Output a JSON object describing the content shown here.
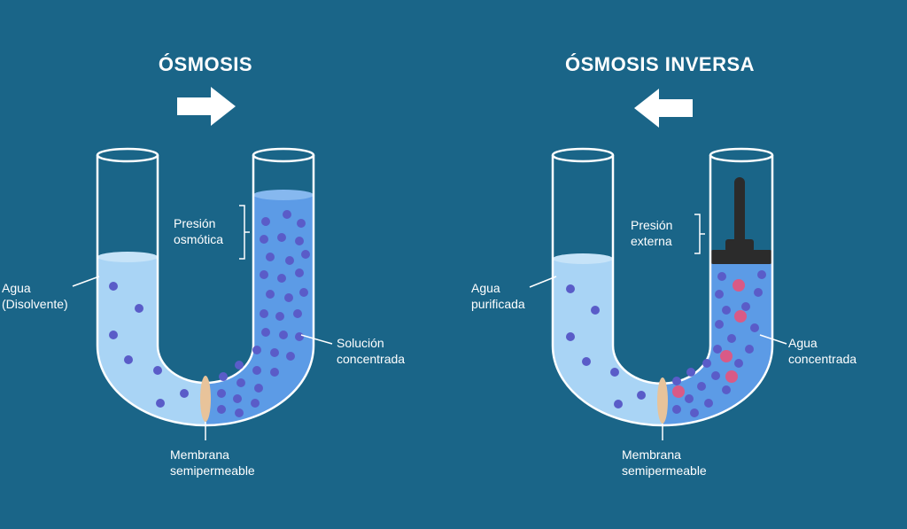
{
  "left": {
    "title": "ÓSMOSIS",
    "water_label": [
      "Agua",
      "(Disolvente)"
    ],
    "pressure_label": [
      "Presión",
      "osmótica"
    ],
    "solution_label": [
      "Solución",
      "concentrada"
    ],
    "membrane_label": [
      "Membrana",
      "semipermeable"
    ]
  },
  "right": {
    "title": "ÓSMOSIS INVERSA",
    "water_label": [
      "Agua",
      "purificada"
    ],
    "pressure_label": [
      "Presión",
      "externa"
    ],
    "concentrated_label": [
      "Agua",
      "concentrada"
    ],
    "membrane_label": [
      "Membrana",
      "semipermeable"
    ]
  },
  "colors": {
    "background": "#1a6588",
    "solvent": "#a9d4f5",
    "solution": "#5c9be6",
    "solvent_particle": "#5a5cc8",
    "solute_particle": "#d95a86",
    "membrane": "#e8c39a",
    "piston": "#2b2b2b"
  },
  "icons": {
    "left_arrow": "arrow-right-icon",
    "right_arrow": "arrow-left-icon"
  }
}
